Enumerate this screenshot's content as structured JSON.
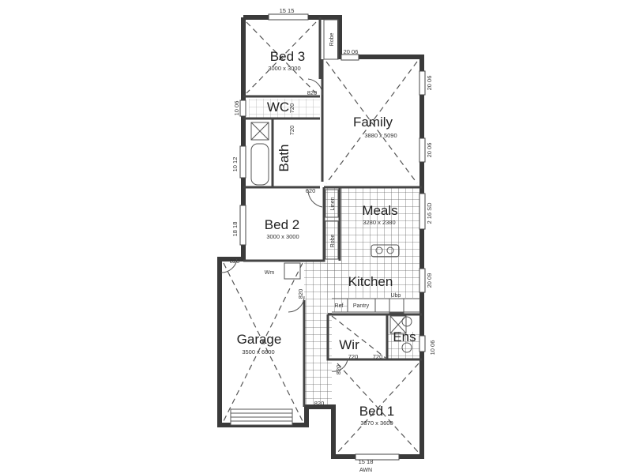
{
  "rooms": {
    "bed3": {
      "name": "Bed 3",
      "size": "3000 x 3000"
    },
    "family": {
      "name": "Family",
      "size": "3880 x 5090"
    },
    "wc": {
      "name": "WC"
    },
    "bath": {
      "name": "Bath"
    },
    "bed2": {
      "name": "Bed 2",
      "size": "3000 x 3000"
    },
    "meals": {
      "name": "Meals",
      "size": "3280 x 2380"
    },
    "kitchen": {
      "name": "Kitchen"
    },
    "garage": {
      "name": "Garage",
      "size": "3500 x 6600"
    },
    "wir": {
      "name": "Wir"
    },
    "ens": {
      "name": "Ens"
    },
    "bed1": {
      "name": "Bed 1",
      "size": "3370 x 3600"
    }
  },
  "fixtures": {
    "robe_top": "Robe",
    "linen": "Linen",
    "robe_bed2": "Robe",
    "wm": "Wm",
    "ref": "Ref",
    "pantry": "Pantry",
    "ubo": "Ubo",
    "awn": "AWN"
  },
  "dimensions": {
    "win_bed3": "15 15",
    "win_family_top": "20 06",
    "win_family_r1": "20 06",
    "win_family_r2": "20 06",
    "door_bed3": "820",
    "door_wc": "720",
    "win_wc": "10 06",
    "door_bath": "720",
    "win_bath": "10 12",
    "door_bed2": "620",
    "win_meals": "2 16 SD",
    "win_bed2": "18 18",
    "door_garage": "820",
    "door_laundry": "820",
    "win_kitchen": "20 09",
    "door_wir": "720",
    "door_ens": "720",
    "door_bed1": "820",
    "win_ens": "10 06",
    "door_entry": "820",
    "win_bed1": "15 18"
  }
}
